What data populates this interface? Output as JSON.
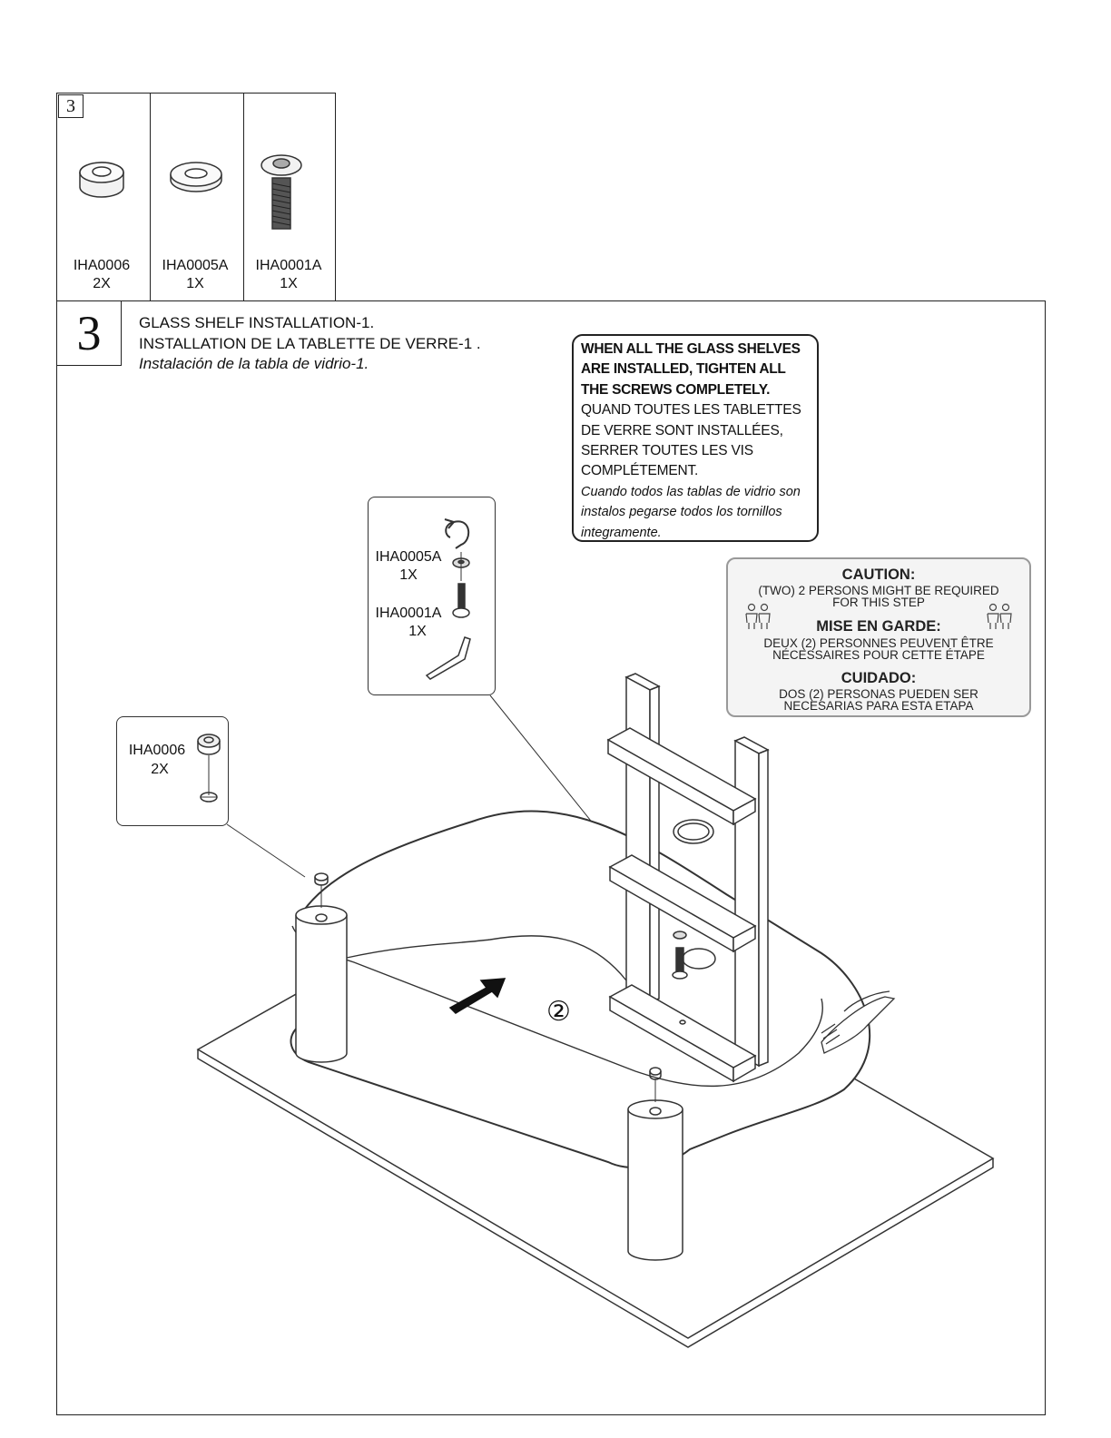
{
  "parts_table": {
    "step_number": "3",
    "parts": [
      {
        "code": "IHA0006",
        "qty": "2X",
        "icon": "spacer-ring-icon"
      },
      {
        "code": "IHA0005A",
        "qty": "1X",
        "icon": "washer-icon"
      },
      {
        "code": "IHA0001A",
        "qty": "1X",
        "icon": "bolt-icon"
      }
    ]
  },
  "step": {
    "number": "3",
    "title_en": "GLASS SHELF INSTALLATION-1.",
    "title_fr": "INSTALLATION DE LA TABLETTE DE VERRE-1 .",
    "title_es": "Instalación de la tabla de vidrio-1."
  },
  "note": {
    "en": [
      "WHEN ALL THE GLASS SHELVES",
      "ARE INSTALLED, TIGHTEN ALL",
      "THE SCREWS COMPLETELY."
    ],
    "fr": [
      "QUAND TOUTES LES TABLETTES",
      "DE VERRE SONT INSTALLÉES,",
      "SERRER TOUTES LES VIS",
      "COMPLÉTEMENT."
    ],
    "es": [
      "Cuando todos las tablas de vidrio son",
      "instalos pegarse todos los tornillos",
      "integramente."
    ]
  },
  "caution": {
    "en_head": "CAUTION:",
    "en_body": [
      "(TWO) 2 PERSONS MIGHT BE REQUIRED",
      "FOR THIS STEP"
    ],
    "fr_head": "MISE EN GARDE:",
    "fr_body": [
      "DEUX (2) PERSONNES PEUVENT ÊTRE",
      "NÉCESSAIRES POUR CETTE ÉTAPE"
    ],
    "es_head": "CUIDADO:",
    "es_body": [
      "DOS (2) PERSONAS PUEDEN SER",
      "NECESARIAS PARA ESTA ETAPA"
    ],
    "icon": "two-persons-icon"
  },
  "callout_screw": {
    "washer_code": "IHA0005A",
    "washer_qty": "1X",
    "bolt_code": "IHA0001A",
    "bolt_qty": "1X"
  },
  "callout_spacer": {
    "code": "IHA0006",
    "qty": "2X"
  },
  "diagram": {
    "circled_number": "②"
  }
}
